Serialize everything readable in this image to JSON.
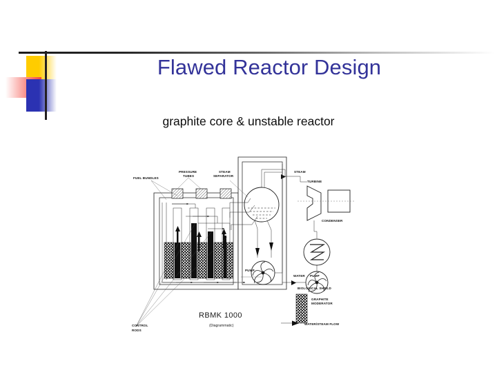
{
  "slide": {
    "title": "Flawed Reactor Design",
    "subtitle": "graphite core & unstable reactor",
    "title_color": "#333399",
    "background_color": "#ffffff"
  },
  "logo": {
    "name": "powerpoint-design-accent",
    "yellow": "#FFCC00",
    "red": "#F4433C",
    "blue": "#2B32B2",
    "rule_color": "#1b1b1b"
  },
  "diagram": {
    "name": "rbmk-1000-reactor-schematic",
    "caption": "RBMK 1000",
    "caption_sub": "(Diagrammatic)",
    "labels": {
      "fuel_bundles": "FUEL BUNDLES",
      "pressure_tubes_1": "PRESSURE",
      "pressure_tubes_2": "TUBES",
      "steam_separator_1": "STEAM",
      "steam_separator_2": "SEPARATOR",
      "steam": "STEAM",
      "turbine": "TURBINE",
      "condenser": "CONDENSER",
      "pump_left": "PUMP",
      "water": "WATER",
      "pump_right": "PUMP",
      "biological_shield": "BIOLOGICAL SHIELD",
      "graphite_moderator_1": "GRAPHITE",
      "graphite_moderator_2": "MODERATOR",
      "control_rods_1": "CONTROL",
      "control_rods_2": "RODS",
      "flow_legend": "WATER/STEAM FLOW"
    }
  }
}
